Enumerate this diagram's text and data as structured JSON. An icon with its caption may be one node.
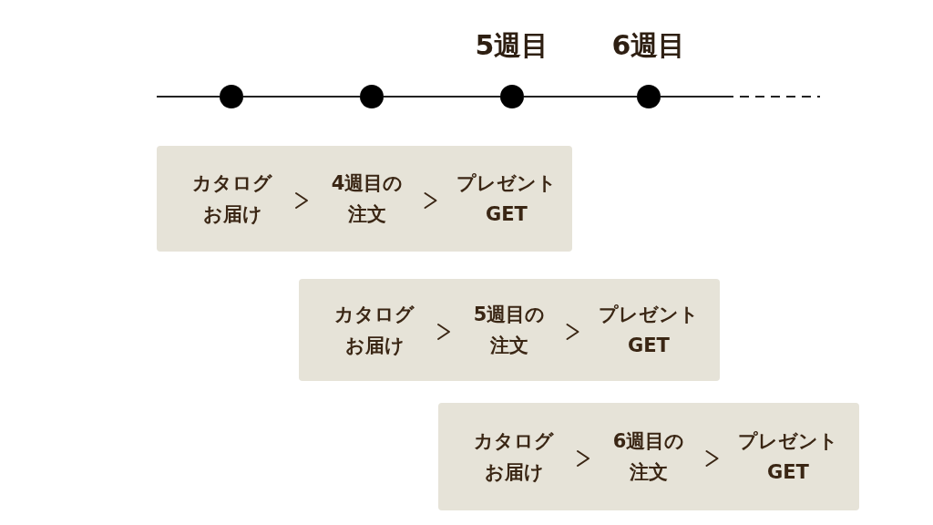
{
  "diagram": {
    "nodes": [
      {
        "text": [],
        "shape": "circle"
      },
      {
        "text": [],
        "shape": "circle"
      },
      {
        "text": [],
        "shape": "circle",
        "beside": [
          "5週目"
        ]
      },
      {
        "text": [],
        "shape": "circle",
        "beside": [
          "6週目"
        ]
      },
      {
        "text": [],
        "shape": "box"
      },
      {
        "text": [
          "カタログお届け"
        ],
        "in": 4
      },
      {
        "text": [
          "4週目の注文"
        ],
        "in": 4
      },
      {
        "text": [
          "プレゼントGET"
        ],
        "in": 4
      },
      {
        "text": [],
        "shape": "box"
      },
      {
        "text": [
          "カタログお届け"
        ],
        "in": 8
      },
      {
        "text": [
          "5週目の注文"
        ],
        "in": 8
      },
      {
        "text": [
          "プレゼントGET"
        ],
        "in": 8
      },
      {
        "text": [],
        "shape": "box"
      },
      {
        "text": [
          "カタログお届け"
        ],
        "in": 12
      },
      {
        "text": [
          "6週目の注文"
        ],
        "in": 12
      },
      {
        "text": [
          "プレゼントGET"
        ],
        "in": 12
      }
    ],
    "edges": [
      {
        "from": null,
        "to": 0,
        "arrow": "none"
      },
      {
        "from": 0,
        "to": 1,
        "arrow": "none"
      },
      {
        "from": 1,
        "to": 2,
        "arrow": "none"
      },
      {
        "from": 2,
        "to": 3,
        "arrow": "none"
      },
      {
        "from": 3,
        "to": null,
        "arrow": "none",
        "style": "dashed"
      },
      {
        "from": 5,
        "to": 6,
        "arrow": "to"
      },
      {
        "from": 6,
        "to": 7,
        "arrow": "to"
      },
      {
        "from": 9,
        "to": 10,
        "arrow": "to"
      },
      {
        "from": 10,
        "to": 11,
        "arrow": "to"
      },
      {
        "from": 13,
        "to": 14,
        "arrow": "to"
      },
      {
        "from": 14,
        "to": 15,
        "arrow": "to"
      }
    ]
  }
}
